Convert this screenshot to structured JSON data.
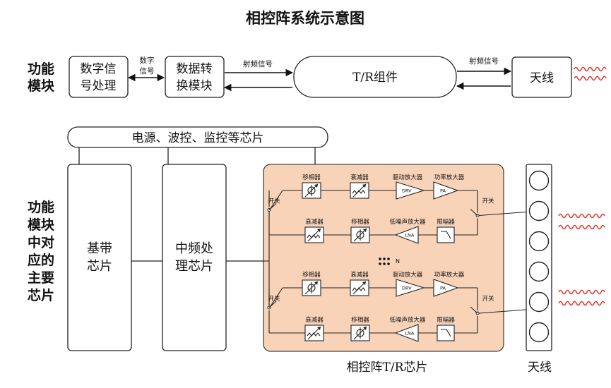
{
  "title": "相控阵系统示意图",
  "row1": {
    "label_lines": [
      "功能",
      "模块"
    ],
    "dsp_lines": [
      "数字信",
      "号处理"
    ],
    "digital_signal_lines": [
      "数字",
      "信号"
    ],
    "conv_lines": [
      "数据转",
      "换模块"
    ],
    "rf_signal_left": "射频信号",
    "tr": "T/R组件",
    "rf_signal_right": "射频信号",
    "antenna": "天线"
  },
  "row2": {
    "label_lines": [
      "功能",
      "模块",
      "中对",
      "应的",
      "主要",
      "芯片"
    ],
    "power": "电源、波控、监控等芯片",
    "baseband_lines": [
      "基带",
      "芯片"
    ],
    "if_lines": [
      "中频处",
      "理芯片"
    ],
    "chip_caption": "相控阵T/R芯片",
    "antenna_caption": "天线",
    "n_label": "N",
    "switch": "开关",
    "phase_shifter": "移相器",
    "attenuator": "衰减器",
    "driver_amp": "驱动放大器",
    "power_amp": "功率放大器",
    "lna_label": "低噪声放大器",
    "limiter": "限幅器",
    "drv": "DRV",
    "pa": "PA",
    "lna": "LNA"
  },
  "colors": {
    "chip_fill": "#f8d3b8",
    "chip_stroke": "#444444",
    "wave": "#e0352e",
    "line": "#222222"
  }
}
